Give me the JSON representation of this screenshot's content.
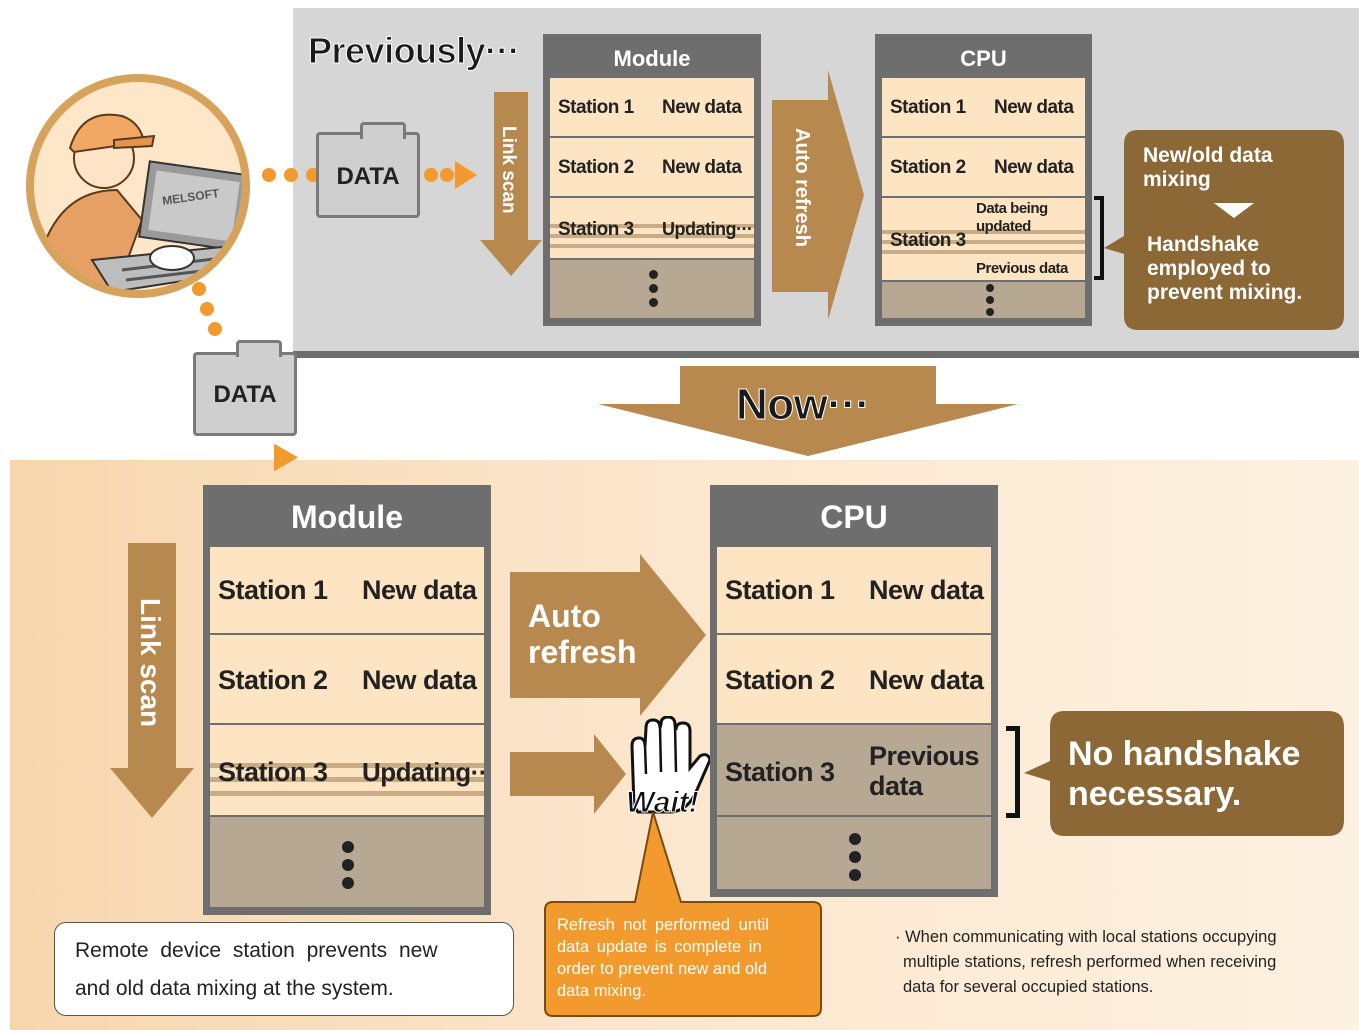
{
  "previously": {
    "heading": "Previously···",
    "folder_label": "DATA",
    "link_scan": "Link scan",
    "auto_refresh": "Auto refresh",
    "module": {
      "title": "Module",
      "rows": [
        {
          "station": "Station 1",
          "value": "New data"
        },
        {
          "station": "Station 2",
          "value": "New data"
        },
        {
          "station": "Station 3",
          "value": "Updating···"
        }
      ]
    },
    "cpu": {
      "title": "CPU",
      "rows": [
        {
          "station": "Station 1",
          "value": "New data"
        },
        {
          "station": "Station 2",
          "value": "New data"
        },
        {
          "station": "Station 3",
          "value_top_1": "Data being",
          "value_top_2": "updated",
          "value_bottom": "Previous data"
        }
      ]
    },
    "callout": {
      "line1": "New/old data",
      "line2": "mixing",
      "line3": "Handshake",
      "line4": "employed to",
      "line5": "prevent mixing."
    }
  },
  "laptop_logo": "MELSOFT",
  "middle_folder_label": "DATA",
  "now": {
    "heading": "Now···",
    "link_scan": "Link scan",
    "auto_refresh_1": "Auto",
    "auto_refresh_2": "refresh",
    "wait": "Wait!",
    "module": {
      "title": "Module",
      "rows": [
        {
          "station": "Station 1",
          "value": "New data"
        },
        {
          "station": "Station 2",
          "value": "New data"
        },
        {
          "station": "Station 3",
          "value": "Updating···"
        }
      ]
    },
    "cpu": {
      "title": "CPU",
      "rows": [
        {
          "station": "Station 1",
          "value": "New data"
        },
        {
          "station": "Station 2",
          "value": "New data"
        },
        {
          "station": "Station 3",
          "value_1": "Previous",
          "value_2": "data"
        }
      ]
    },
    "callout_1": "No handshake",
    "callout_2": "necessary.",
    "remote_note_1": "Remote device station prevents new",
    "remote_note_2": "and old data mixing at the system.",
    "orange_note_1": "Refresh not performed until",
    "orange_note_2": "data update is complete in",
    "orange_note_3": "order to prevent new and old",
    "orange_note_4": "data mixing.",
    "footnote_1": "· When communicating with local stations occupying",
    "footnote_2": "multiple stations, refresh performed when receiving",
    "footnote_3": "data for several occupied stations."
  },
  "colors": {
    "brown": "#8b6836",
    "arrow": "#b8894e",
    "orange": "#f39a2e",
    "gray": "#6e6e6e",
    "cream": "#fde4c3"
  }
}
